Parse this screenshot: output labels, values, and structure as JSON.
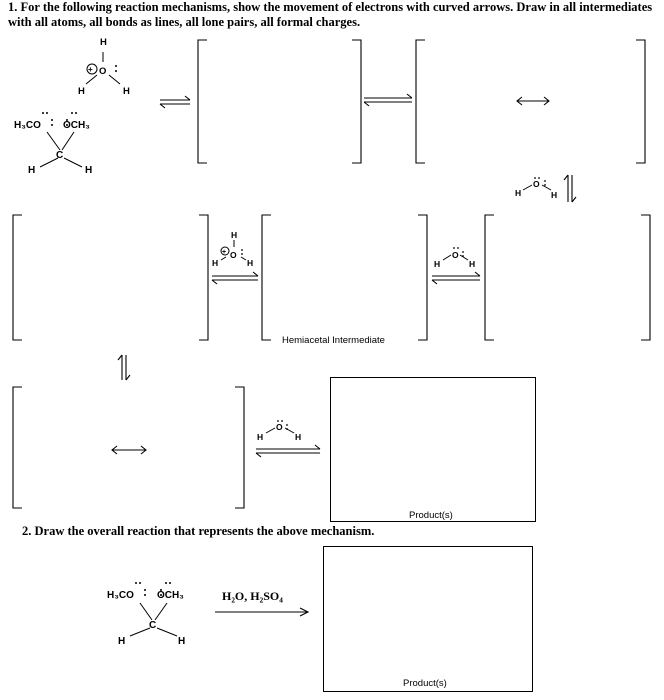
{
  "question1": {
    "text": "1.  For the following reaction mechanisms, show the movement of electrons with curved arrows.  Draw in all intermediates with all atoms, all bonds as lines, all lone pairs, all formal charges."
  },
  "question2": {
    "text": "2.  Draw the overall reaction that represents the above mechanism."
  },
  "labels": {
    "hemiacetal": "Hemiacetal Intermediate",
    "product1": "Product(s)",
    "product2": "Product(s)",
    "reagents": "H₂O, H₂SO₄"
  },
  "hydronium": {
    "H": "H",
    "O": "O",
    "plus": "⊕"
  },
  "water": {
    "H": "H",
    "O": "O"
  },
  "acetal": {
    "left_group": "H₃CO",
    "right_group": "OCH₃",
    "center": "C",
    "H": "H"
  }
}
